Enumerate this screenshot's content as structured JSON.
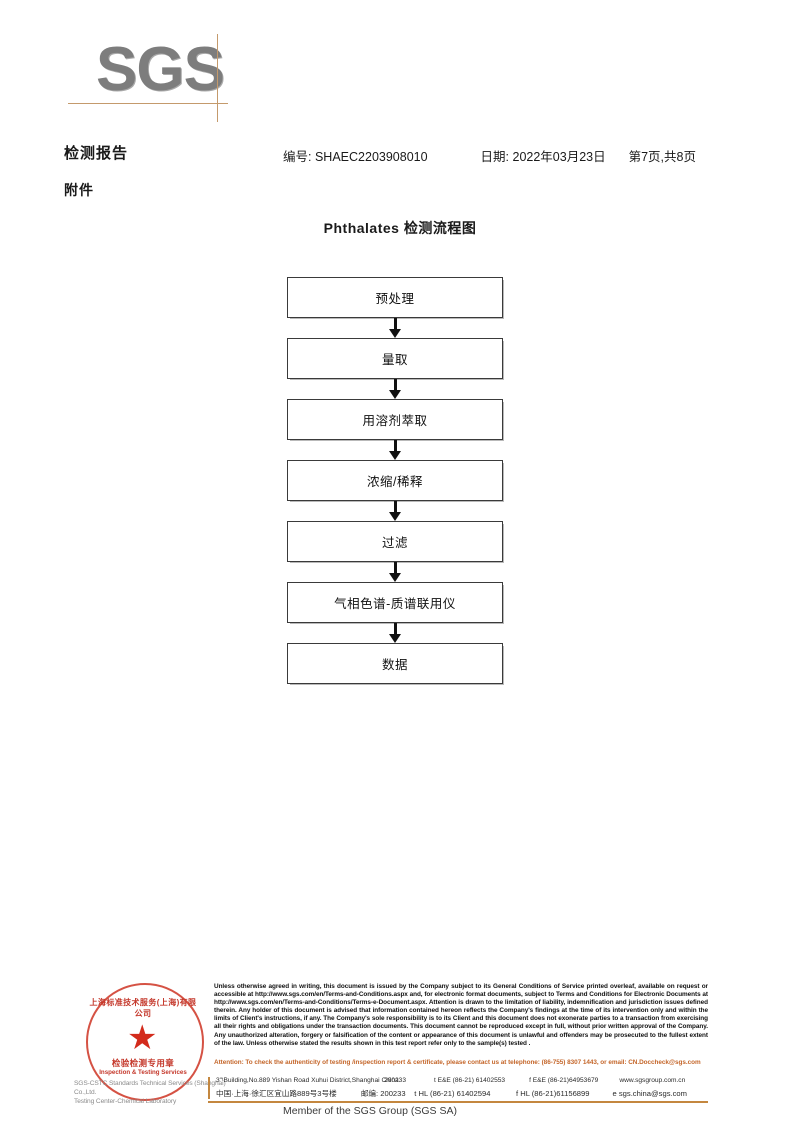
{
  "brand": {
    "logo_text": "SGS",
    "logo_color": "#7d7d7d",
    "rule_color": "#c49a6c"
  },
  "header": {
    "doc_title": "检测报告",
    "doc_subtitle": "附件",
    "report_no_label": "编号:",
    "report_no": "SHAEC2203908010",
    "date_label": "日期:",
    "date": "2022年03月23日",
    "page_info": "第7页,共8页"
  },
  "flowchart": {
    "title": "Phthalates 检测流程图",
    "steps": [
      {
        "label": "预处理"
      },
      {
        "label": "量取"
      },
      {
        "label": "用溶剂萃取"
      },
      {
        "label": "浓缩/稀释"
      },
      {
        "label": "过滤"
      },
      {
        "label": "气相色谱-质谱联用仪"
      },
      {
        "label": "数据"
      }
    ]
  },
  "footer": {
    "stamp": {
      "cn_top": "上海标准技术服务(上海)有限公司",
      "cn_mid": "检验检测专用章",
      "en_mid": "Inspection & Testing Services",
      "grey_line1": "SGS-CSTC Standards Technical Services (Shanghai) Co.,Ltd.",
      "grey_line2": "Testing Center-Chemical Laboratory",
      "star_glyph": "★",
      "seal_color": "#cf3a2a"
    },
    "legal_text": "Unless otherwise agreed in writing, this document is issued by the Company subject to its General Conditions of Service printed overleaf, available on request or accessible at http://www.sgs.com/en/Terms-and-Conditions.aspx and, for electronic format documents, subject to Terms and Conditions for Electronic Documents at http://www.sgs.com/en/Terms-and-Conditions/Terms-e-Document.aspx. Attention is drawn to the limitation of liability, indemnification and jurisdiction issues defined therein. Any holder of this document is advised that information contained hereon reflects the Company's findings at the time of its intervention only and within the limits of Client's instructions, if any. The Company's sole responsibility is to its Client and this document does not exonerate parties to a transaction from exercising all their rights and obligations under the transaction documents. This document cannot be reproduced except in full, without prior written approval of the Company. Any unauthorized alteration, forgery or falsification of the content or appearance of this document is unlawful and offenders may be prosecuted to the fullest extent of the law. Unless otherwise stated the results shown in this test report refer only to the sample(s) tested .",
    "attention_text": "Attention: To check the authenticity of testing /inspection report & certificate, please contact us at telephone: (86-755) 8307 1443, or email: CN.Doccheck@sgs.com",
    "attention_color": "#c4662a",
    "address": {
      "street_en": "3\"ᵗBuilding,No.889 Yishan Road Xuhui District,Shanghai China",
      "zip_en": "200233",
      "tel_en": "t E&E (86-21) 61402553",
      "fax_en": "f E&E (86-21)64953679",
      "web": "www.sgsgroup.com.cn",
      "street_cn": "中国·上海·徐汇区宜山路889号3号楼",
      "zip_cn_label": "邮编:",
      "zip_cn": "200233",
      "tel_cn": "t HL (86-21) 61402594",
      "fax_cn": "f HL (86-21)61156899",
      "email": "e sgs.china@sgs.com"
    },
    "member_line": "Member of the SGS Group (SGS SA)"
  }
}
